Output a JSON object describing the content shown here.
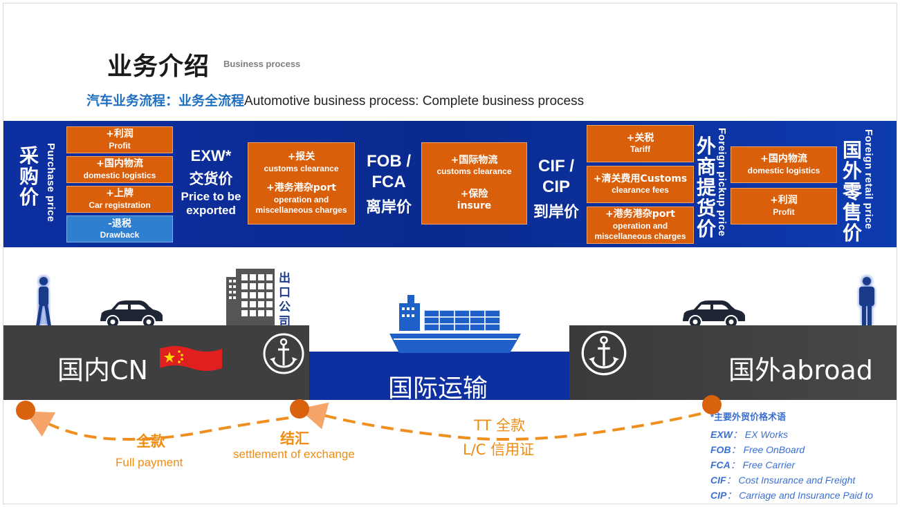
{
  "header": {
    "title_cn": "业务介绍",
    "title_en": "Business process",
    "subtitle_cn": "汽车业务流程：业务全流程",
    "subtitle_en": "Automotive business process: Complete business process"
  },
  "prices": {
    "purchase": {
      "cn": "采购价",
      "en": "Purchase price"
    },
    "exw": {
      "line1": "EXW*",
      "line2": "交货价",
      "line3": "Price to be",
      "line4": "exported"
    },
    "fob": {
      "line1": "FOB /",
      "line2": "FCA",
      "line3": "离岸价"
    },
    "cif": {
      "line1": "CIF /",
      "line2": "CIP",
      "line3": "到岸价"
    },
    "foreign_pickup": {
      "cn": "外商提货价",
      "en": "Foreign pickup price"
    },
    "foreign_retail": {
      "cn": "国外零售价",
      "en": "Foreign retail price"
    }
  },
  "boxes": {
    "purchase": [
      {
        "cn": "+利润",
        "en": "Profit"
      },
      {
        "cn": "+国内物流",
        "en": "domestic logistics"
      },
      {
        "cn": "+上牌",
        "en": "Car registration"
      },
      {
        "cn": "-退税",
        "en": "Drawback"
      }
    ],
    "exw": [
      {
        "cn": "+报关",
        "en": "customs clearance"
      },
      {
        "cn": "+港务港杂port",
        "en": "operation and",
        "en2": "miscellaneous charges"
      }
    ],
    "fob": [
      {
        "cn": "+国际物流",
        "en": "customs clearance"
      },
      {
        "cn": "+保险",
        "en": "insure"
      }
    ],
    "cif": [
      {
        "cn": "+关税",
        "en": "Tariff"
      },
      {
        "cn": "+清关费用Customs",
        "en": "clearance fees"
      },
      {
        "cn": "+港务港杂port",
        "en": "operation and",
        "en2": "miscellaneous charges"
      }
    ],
    "pickup": [
      {
        "cn": "+国内物流",
        "en": "domestic logistics"
      },
      {
        "cn": "+利润",
        "en": "Profit"
      }
    ]
  },
  "scene": {
    "export_company": "出口公司",
    "domestic": "国内CN",
    "international": "国际运输",
    "abroad": "国外abroad"
  },
  "payments": {
    "full_cn": "全款",
    "full_en": "Full payment",
    "settle_cn": "结汇",
    "settle_en": "settlement of exchange",
    "tt": "TT 全款",
    "lc": "L/C 信用证"
  },
  "terms": {
    "heading": "*主要外贸价格术语",
    "items": [
      {
        "abbr": "EXW",
        "desc": "EX Works"
      },
      {
        "abbr": "FOB",
        "desc": "Free OnBoard"
      },
      {
        "abbr": "FCA",
        "desc": "Free Carrier"
      },
      {
        "abbr": "CIF",
        "desc": "Cost Insurance and Freight"
      },
      {
        "abbr": "CIP",
        "desc": "Carriage and Insurance Paid to"
      }
    ]
  },
  "colors": {
    "band_blue": "#0d2fa0",
    "orange_box": "#d95f0b",
    "light_blue_box": "#2f7fd1",
    "payment_orange": "#f08c10",
    "terms_blue": "#3a6fd0",
    "ground_gray": "#3f3f3f"
  },
  "icons": [
    "person-icon",
    "car-icon",
    "building-icon",
    "china-flag-icon",
    "anchor-icon",
    "cargo-ship-icon"
  ]
}
